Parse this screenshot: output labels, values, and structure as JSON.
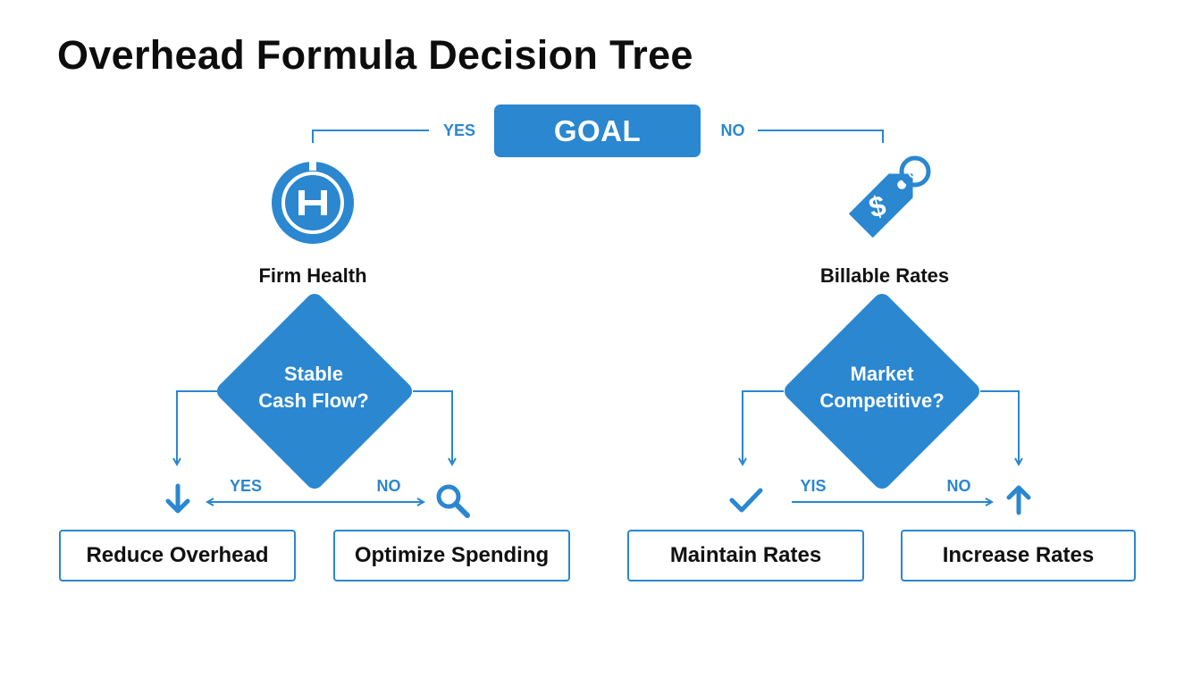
{
  "title": "Overhead Formula Decision Tree",
  "colors": {
    "accent": "#2a87d0",
    "text": "#111111",
    "background": "#ffffff"
  },
  "goal": {
    "label": "GOAL",
    "yes_label": "YES",
    "no_label": "NO"
  },
  "left_branch": {
    "icon": "hospital-h-icon",
    "label": "Firm Health",
    "decision": {
      "line1": "Stable",
      "line2": "Cash Flow?"
    },
    "yes_label": "YES",
    "no_label": "NO",
    "yes_icon": "arrow-down-icon",
    "no_icon": "magnifier-icon",
    "yes_outcome": "Reduce Overhead",
    "no_outcome": "Optimize Spending"
  },
  "right_branch": {
    "icon": "price-tag-dollar-icon",
    "label": "Billable Rates",
    "decision": {
      "line1": "Market",
      "line2": "Competitive?"
    },
    "yes_label": "YIS",
    "no_label": "NO",
    "yes_icon": "checkmark-icon",
    "no_icon": "arrow-up-icon",
    "yes_outcome": "Maintain Rates",
    "no_outcome": "Increase Rates"
  }
}
